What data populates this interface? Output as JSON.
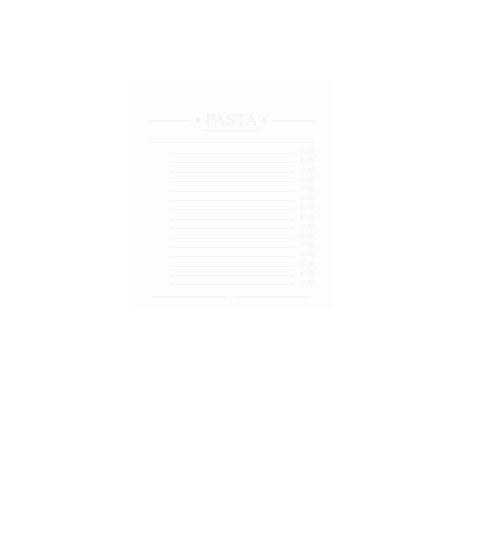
{
  "menu": {
    "title": "PASTA",
    "items": [
      {
        "name": "",
        "price": "$0.00"
      },
      {
        "name": "",
        "price": "$0.00"
      },
      {
        "name": "",
        "price": "$0.00"
      },
      {
        "name": "",
        "price": "$0.00"
      },
      {
        "name": "",
        "price": "$0.00"
      },
      {
        "name": "",
        "price": "$0.00"
      },
      {
        "name": "",
        "price": "$0.00"
      },
      {
        "name": "",
        "price": "$0.00"
      },
      {
        "name": "",
        "price": "$0.00"
      },
      {
        "name": "",
        "price": "$0.00"
      },
      {
        "name": "",
        "price": "$0.00"
      },
      {
        "name": "",
        "price": "$0.00"
      },
      {
        "name": "",
        "price": "$0.00"
      },
      {
        "name": "",
        "price": "$0.00"
      },
      {
        "name": "",
        "price": "$0.00"
      }
    ],
    "footer": ""
  }
}
